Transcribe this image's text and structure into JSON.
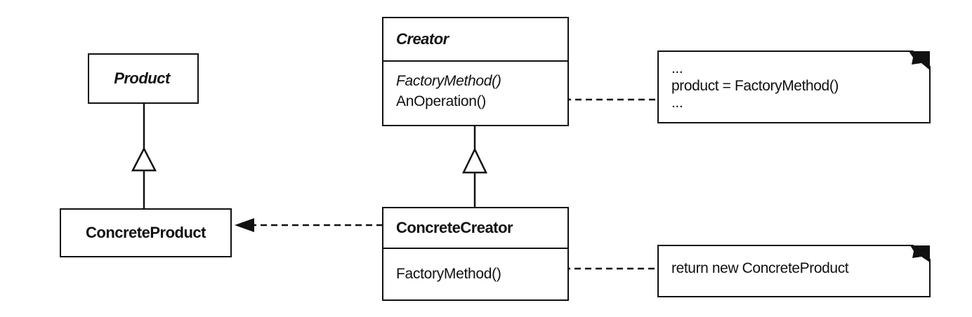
{
  "diagram": {
    "product": {
      "name": "Product"
    },
    "concrete_product": {
      "name": "ConcreteProduct"
    },
    "creator": {
      "name": "Creator",
      "operations": [
        "FactoryMethod()",
        "AnOperation()"
      ]
    },
    "concrete_creator": {
      "name": "ConcreteCreator",
      "operations": [
        "FactoryMethod()"
      ]
    },
    "note_anoperation": {
      "lines": [
        "...",
        "product = FactoryMethod()",
        "..."
      ]
    },
    "note_factorymethod": {
      "lines": [
        "return new ConcreteProduct"
      ]
    },
    "colors": {
      "stroke": "#111111",
      "background": "#ffffff"
    }
  }
}
